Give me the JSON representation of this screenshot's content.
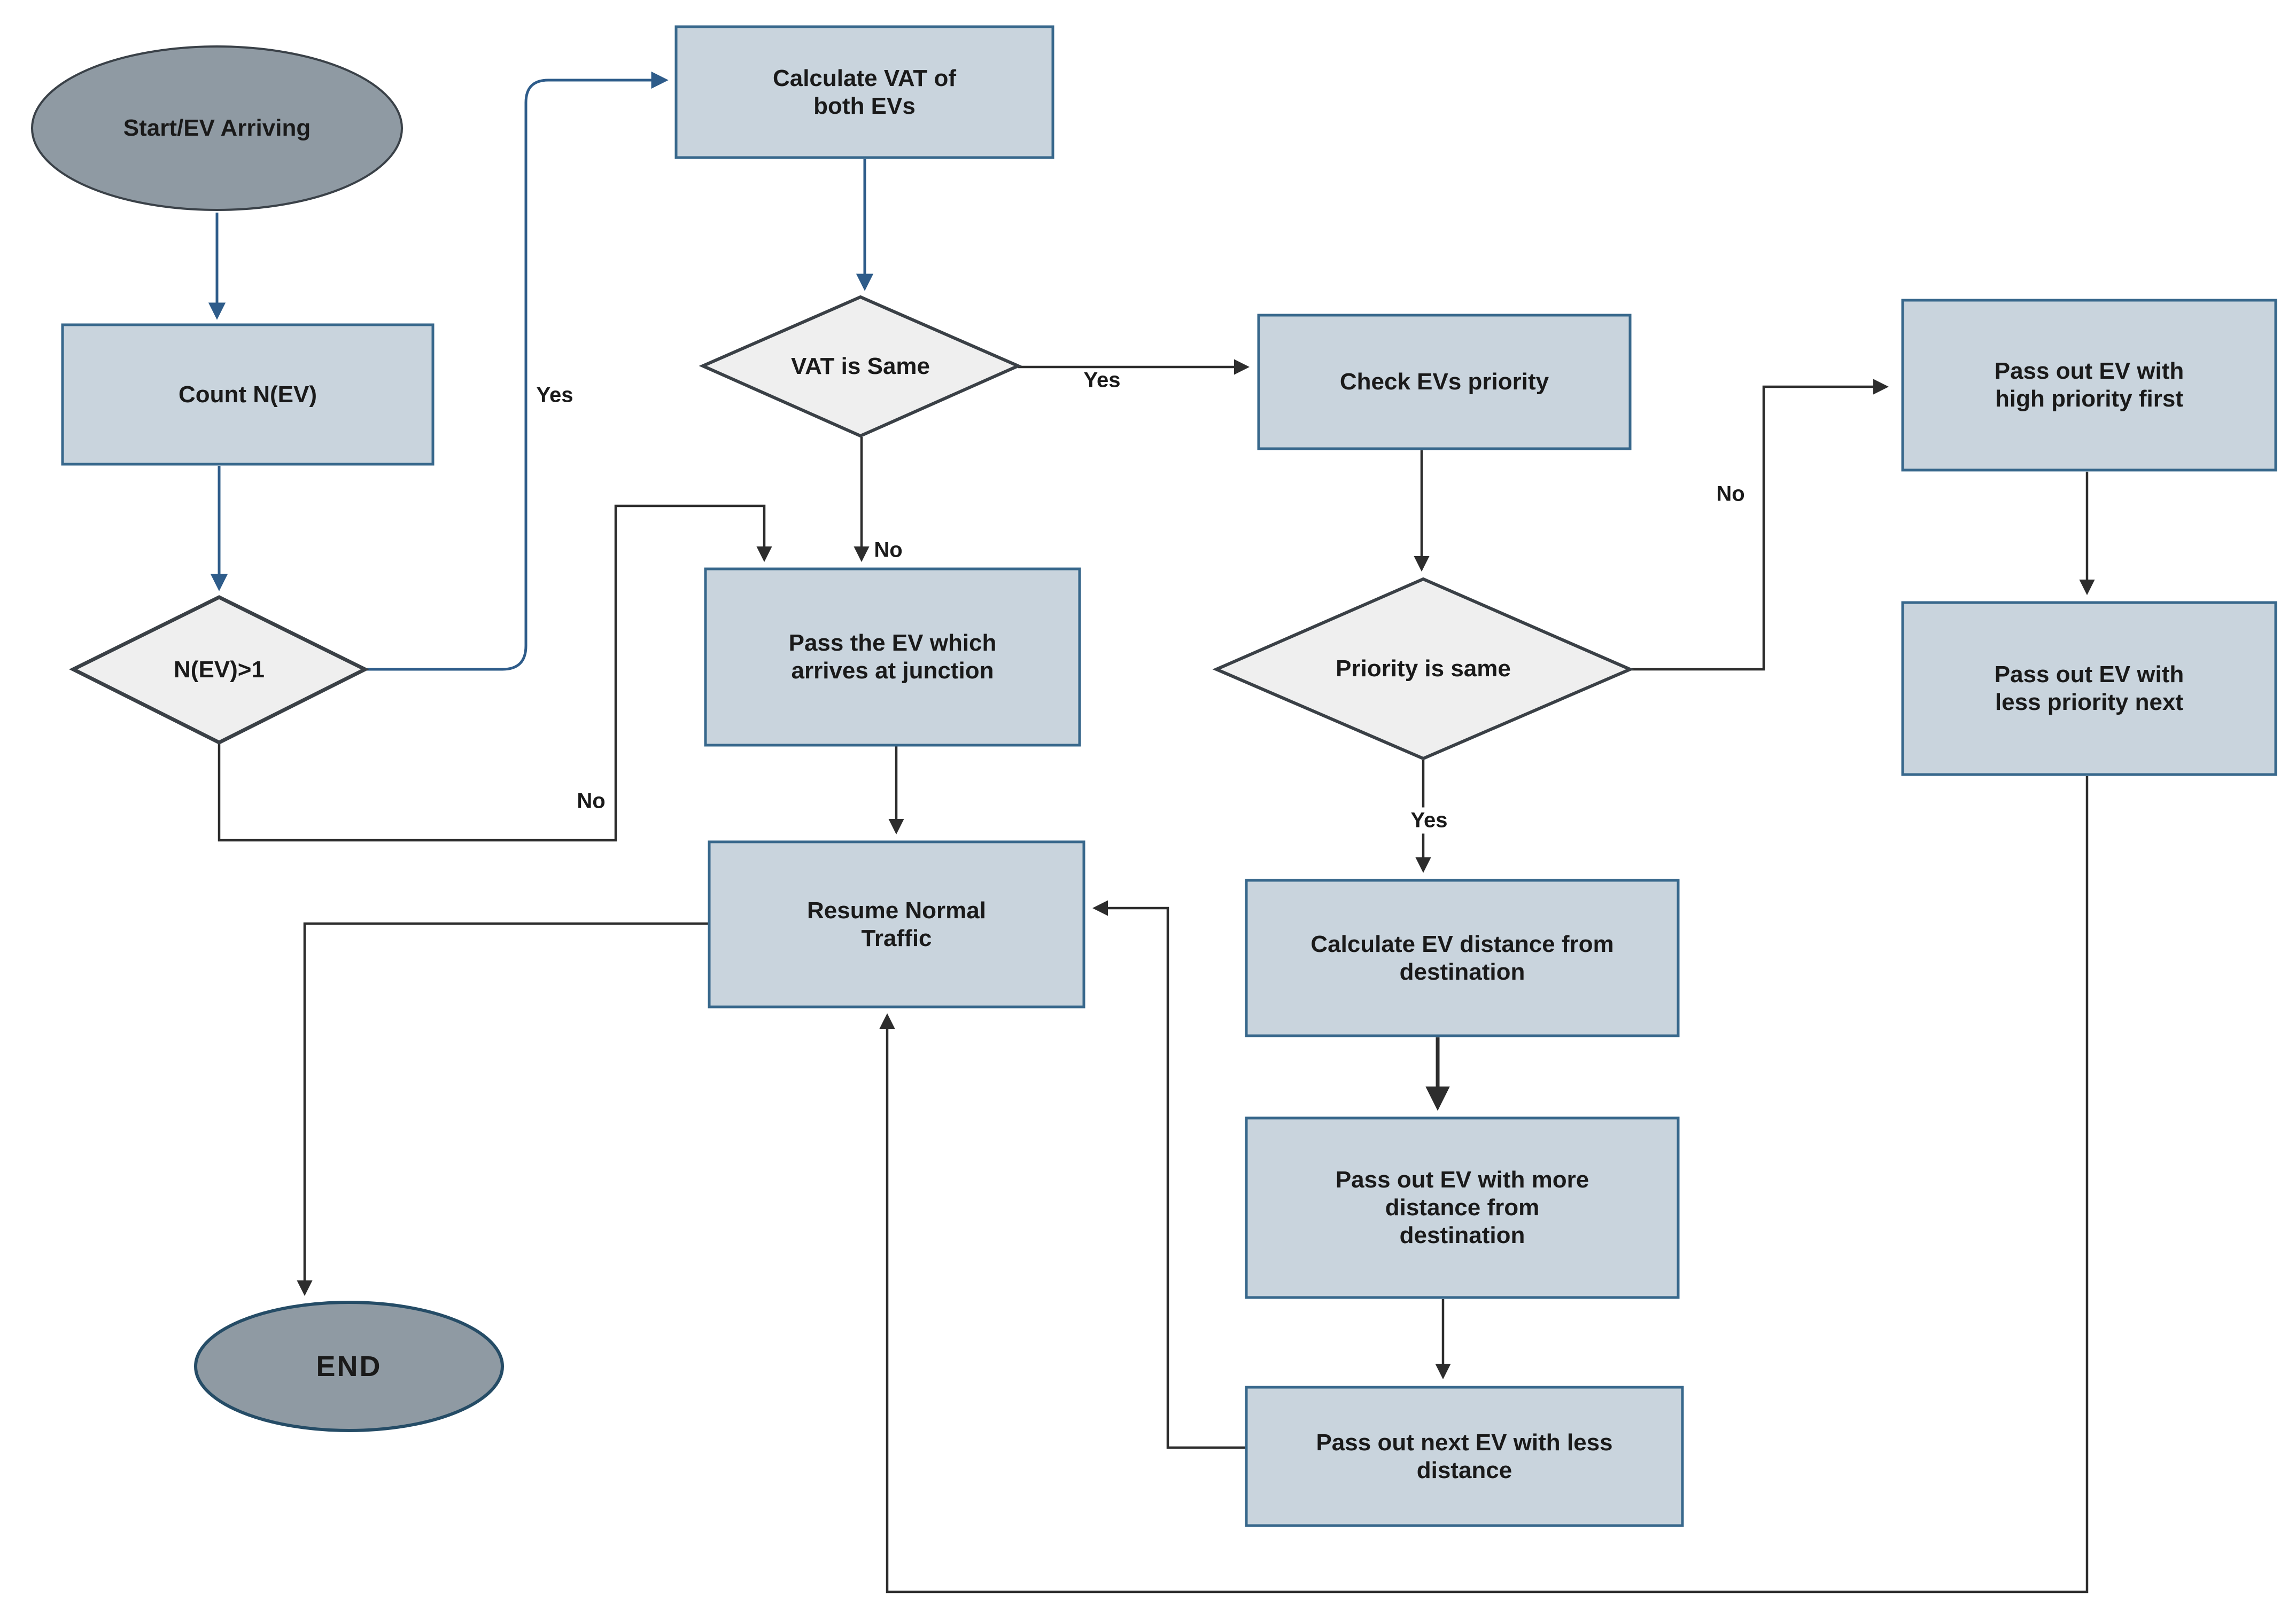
{
  "nodes": {
    "start": "Start/EV Arriving",
    "count": "Count N(EV)",
    "nev_gt1": "N(EV)>1",
    "calc_vat": "Calculate VAT of both EVs",
    "vat_same": "VAT is Same",
    "check_priority": "Check EVs priority",
    "priority_same": "Priority is same",
    "pass_high": "Pass out EV with high priority first",
    "pass_less_next": "Pass out EV with less priority next",
    "pass_junction": "Pass the EV which arrives at junction",
    "resume": "Resume Normal Traffic",
    "calc_distance": "Calculate EV distance from destination",
    "pass_more_distance": "Pass out EV with more distance from destination",
    "pass_next_less_distance": "Pass out next EV with less distance",
    "end": "END"
  },
  "edge_labels": {
    "nev_yes": "Yes",
    "nev_no": "No",
    "vat_yes": "Yes",
    "vat_no": "No",
    "priority_no": "No",
    "priority_yes": "Yes"
  },
  "colors": {
    "canvas-bg": "#ffffff",
    "process-fill": "#c9d4dd",
    "process-border": "#38688c",
    "decision-fill": "#efefef",
    "decision-border": "#3a4046",
    "terminator-fill": "#8f9aa3",
    "terminator-border-start": "#3a4148",
    "terminator-border-end": "#254c66",
    "edge-blue": "#2e5c8a",
    "edge-dark": "#2d2d2d",
    "text": "#1a1a1a"
  }
}
